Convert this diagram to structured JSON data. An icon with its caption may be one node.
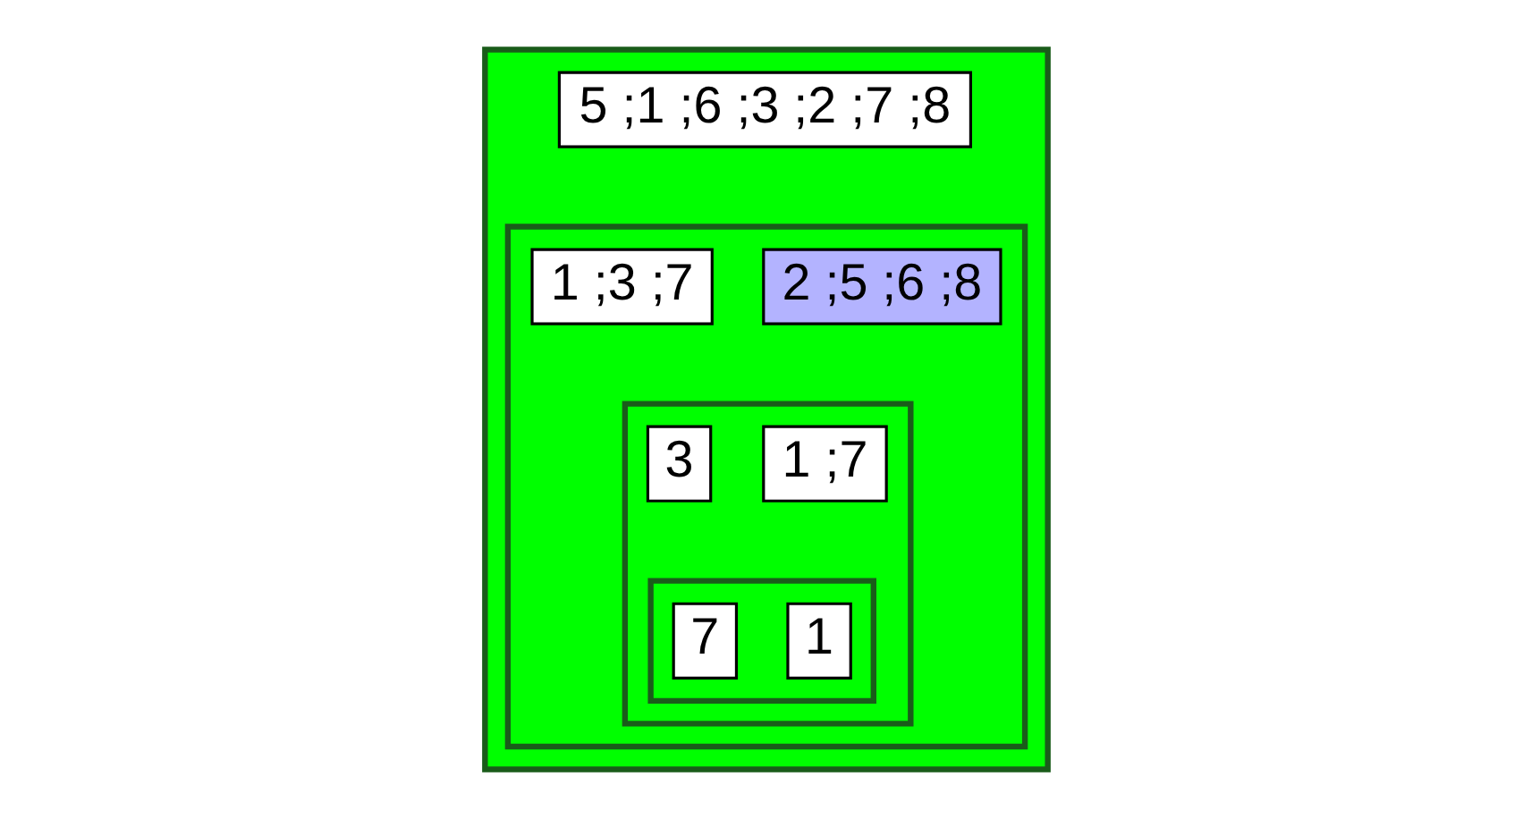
{
  "diagram": {
    "nodes": [
      {
        "text": [],
        "shape": "box"
      },
      {
        "text": [
          "5 ;1 ;6 ;3 ;2 ;7 ;8"
        ],
        "in": 0
      },
      {
        "text": [],
        "shape": "box",
        "in": 0
      },
      {
        "text": [
          "2 ;5 ;6 ;8"
        ],
        "in": 2
      },
      {
        "text": [
          "1 ;3 ;7"
        ],
        "in": 2
      },
      {
        "text": [],
        "shape": "box",
        "in": 2
      },
      {
        "text": [
          "1 ;7"
        ],
        "in": 5
      },
      {
        "text": [
          "3"
        ],
        "in": 5
      },
      {
        "text": [],
        "shape": "box",
        "in": 5
      },
      {
        "text": [
          "1"
        ],
        "in": 8
      },
      {
        "text": [
          "7"
        ],
        "in": 8
      }
    ]
  }
}
